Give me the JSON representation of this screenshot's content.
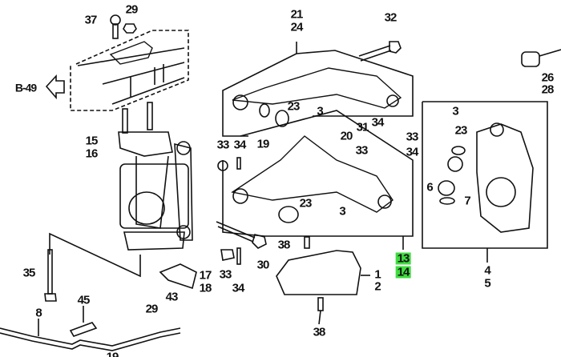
{
  "diagram": {
    "reference_link": "B-49",
    "highlight_color": "#3fdc3f",
    "callouts": [
      {
        "id": "c37",
        "text": "37"
      },
      {
        "id": "c29a",
        "text": "29"
      },
      {
        "id": "c21",
        "text": "21"
      },
      {
        "id": "c24",
        "text": "24"
      },
      {
        "id": "c32",
        "text": "32"
      },
      {
        "id": "c26",
        "text": "26"
      },
      {
        "id": "c28",
        "text": "28"
      },
      {
        "id": "c23a",
        "text": "23"
      },
      {
        "id": "c3a",
        "text": "3"
      },
      {
        "id": "c15",
        "text": "15"
      },
      {
        "id": "c16",
        "text": "16"
      },
      {
        "id": "c33a",
        "text": "33"
      },
      {
        "id": "c34a",
        "text": "34"
      },
      {
        "id": "c19a",
        "text": "19"
      },
      {
        "id": "c20",
        "text": "20"
      },
      {
        "id": "c31",
        "text": "31"
      },
      {
        "id": "c34b",
        "text": "34"
      },
      {
        "id": "c33b",
        "text": "33"
      },
      {
        "id": "c33c",
        "text": "33"
      },
      {
        "id": "c34c",
        "text": "34"
      },
      {
        "id": "c3b",
        "text": "3"
      },
      {
        "id": "c23b",
        "text": "23"
      },
      {
        "id": "c6",
        "text": "6"
      },
      {
        "id": "c7",
        "text": "7"
      },
      {
        "id": "c23c",
        "text": "23"
      },
      {
        "id": "c3c",
        "text": "3"
      },
      {
        "id": "c38a",
        "text": "38"
      },
      {
        "id": "c13",
        "text": "13",
        "highlighted": true
      },
      {
        "id": "c14",
        "text": "14",
        "highlighted": true
      },
      {
        "id": "c1",
        "text": "1"
      },
      {
        "id": "c2",
        "text": "2"
      },
      {
        "id": "c4",
        "text": "4"
      },
      {
        "id": "c5",
        "text": "5"
      },
      {
        "id": "c35",
        "text": "35"
      },
      {
        "id": "c17",
        "text": "17"
      },
      {
        "id": "c18",
        "text": "18"
      },
      {
        "id": "c43",
        "text": "43"
      },
      {
        "id": "c33d",
        "text": "33"
      },
      {
        "id": "c34d",
        "text": "34"
      },
      {
        "id": "c30",
        "text": "30"
      },
      {
        "id": "c45",
        "text": "45"
      },
      {
        "id": "c8",
        "text": "8"
      },
      {
        "id": "c29b",
        "text": "29"
      },
      {
        "id": "c38b",
        "text": "38"
      },
      {
        "id": "c19b",
        "text": "19"
      }
    ]
  }
}
